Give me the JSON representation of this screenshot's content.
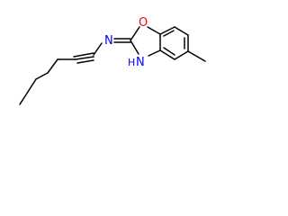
{
  "molecule": {
    "atoms": {
      "amine_n": {
        "symbol": "N",
        "color": "#0000ff"
      },
      "ring_nh": {
        "symbol": "N",
        "color": "#0000ff"
      },
      "ring_nh_h": {
        "symbol": "H",
        "color": "#0000ff"
      },
      "ring_o": {
        "symbol": "O",
        "color": "#ff0000"
      }
    },
    "bond_color": "#000000"
  }
}
